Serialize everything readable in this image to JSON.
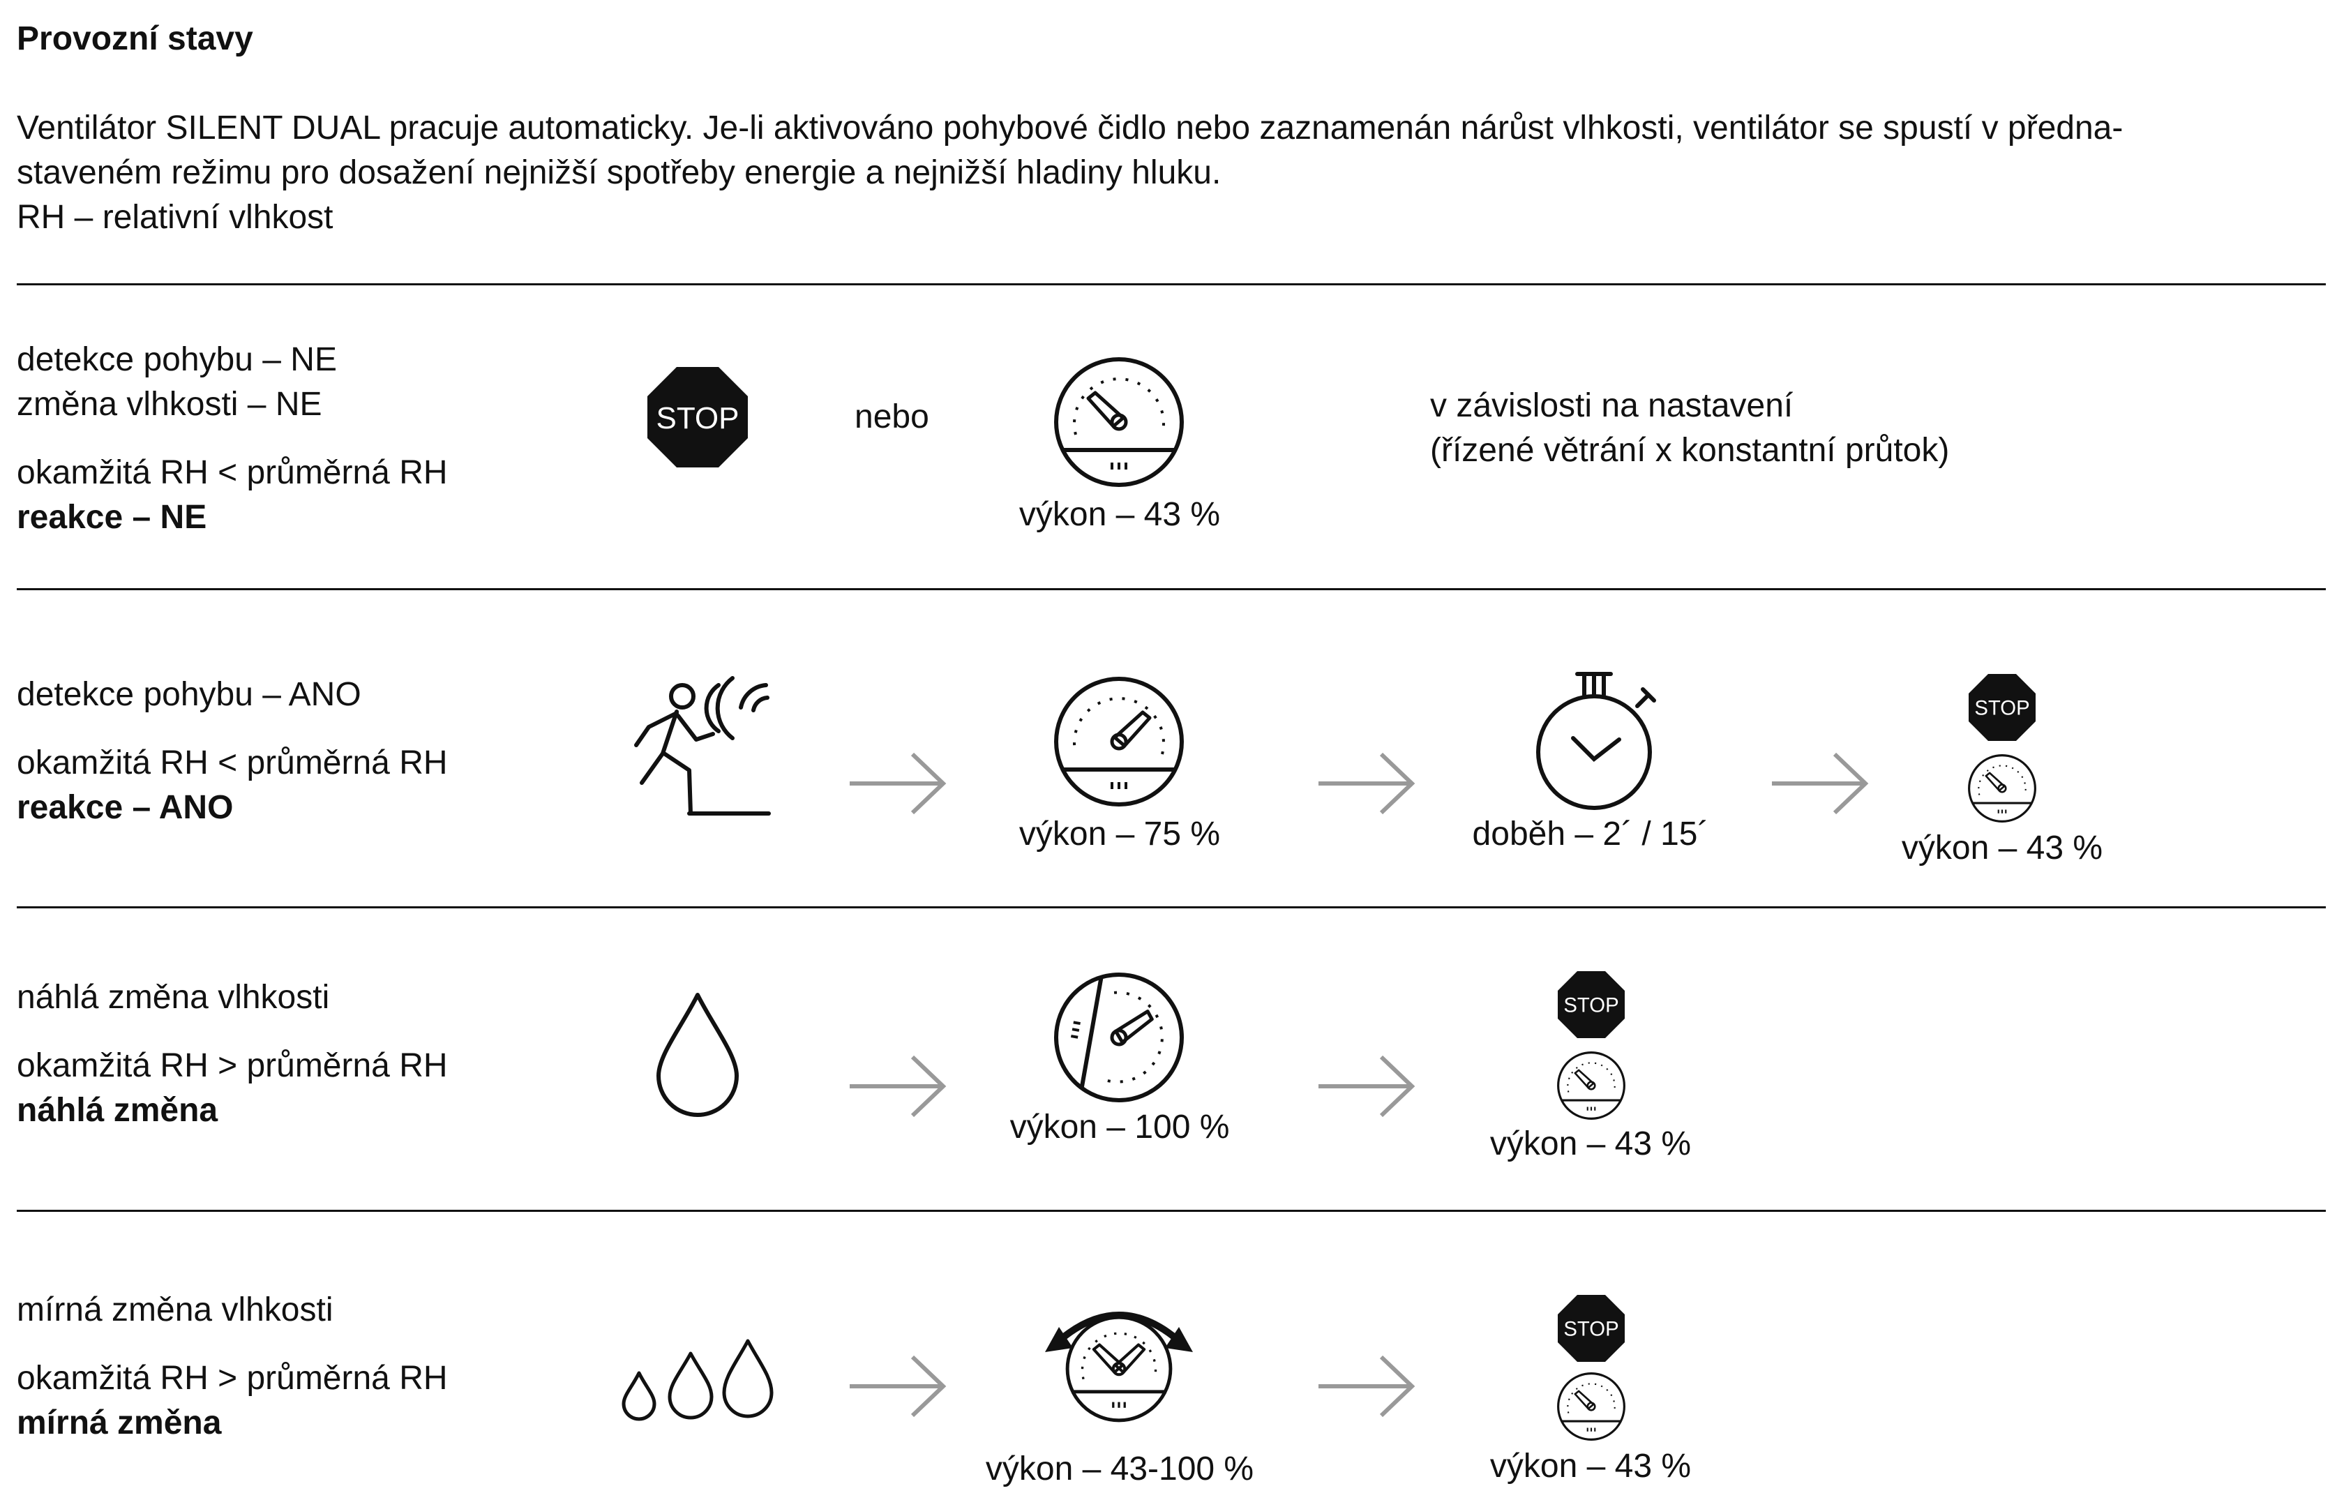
{
  "title": "Provozní stavy",
  "intro": {
    "line1": "Ventilátor SILENT DUAL pracuje automaticky. Je-li aktivováno pohybové čidlo nebo zaznamenán nárůst vlhkosti, ventilátor se spustí v předna-",
    "line2": "staveném režimu pro dosažení nejnižší spotřeby energie a nejnižší hladiny hluku.",
    "line3": "RH – relativní vlhkost"
  },
  "stop_label": "STOP",
  "rows": [
    {
      "condition1": "detekce pohybu – NE",
      "condition2": "změna vlhkosti – NE",
      "comparison": "okamžitá RH < průměrná RH",
      "reaction": "reakce – NE",
      "or_label": "nebo",
      "power": "výkon – 43 %",
      "note1": "v závislosti na nastavení",
      "note2": "(řízené větrání x konstantní průtok)"
    },
    {
      "condition1": "detekce pohybu – ANO",
      "comparison": "okamžitá RH < průměrná RH",
      "reaction": "reakce – ANO",
      "power": "výkon – 75 %",
      "runoff": "doběh – 2´ / 15´",
      "final_power": "výkon – 43 %"
    },
    {
      "condition1": "náhlá změna vlhkosti",
      "comparison": "okamžitá RH > průměrná RH",
      "reaction": "náhlá změna",
      "power": "výkon – 100 %",
      "final_power": "výkon – 43 %"
    },
    {
      "condition1": "mírná změna vlhkosti",
      "comparison": "okamžitá RH > průměrná RH",
      "reaction": "mírná změna",
      "power": "výkon – 43-100 %",
      "final_power": "výkon – 43 %"
    }
  ],
  "icons": {
    "stop": "stop-sign-icon",
    "gauge": "speed-gauge-icon",
    "arrow": "arrow-right-icon",
    "motion": "motion-detection-icon",
    "timer": "stopwatch-icon",
    "drop": "water-drop-icon",
    "drops": "three-drops-icon",
    "adjust": "rotating-arrow-icon"
  },
  "colors": {
    "ink": "#111111",
    "arrow": "#999999"
  }
}
